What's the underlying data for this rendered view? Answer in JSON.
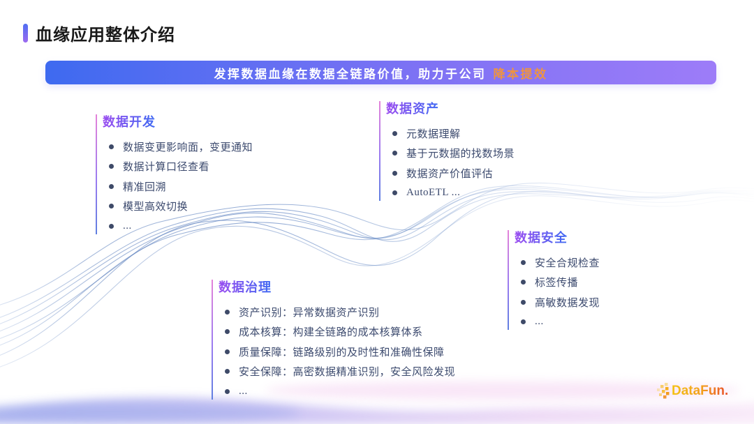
{
  "page": {
    "title": "血缘应用整体介绍"
  },
  "banner": {
    "text_main": "发挥数据血缘在数据全链路价值，助力于公司",
    "text_highlight": "降本提效",
    "gradient_from": "#3e6af0",
    "gradient_to": "#9d7cf8",
    "highlight_color": "#ef9440"
  },
  "sections": [
    {
      "title": "数据开发",
      "items": [
        "数据变更影响面，变更通知",
        "数据计算口径查看",
        "精准回溯",
        "模型高效切换",
        "..."
      ]
    },
    {
      "title": "数据资产",
      "items": [
        "元数据理解",
        "基于元数据的找数场景",
        "数据资产价值评估",
        "AutoETL ..."
      ]
    },
    {
      "title": "数据安全",
      "items": [
        "安全合规检查",
        "标签传播",
        "高敏数据发现",
        "..."
      ]
    },
    {
      "title": "数据治理",
      "items": [
        "资产识别：异常数据资产识别",
        "成本核算：构建全链路的成本核算体系",
        "质量保障：链路级别的及时性和准确性保障",
        "安全保障：高密数据精准识别，安全风险发现",
        "..."
      ]
    }
  ],
  "logo": {
    "text": "DataFun."
  },
  "colors": {
    "section_title_from": "#9a4cf0",
    "section_title_to": "#3f6af2",
    "section_rule_top": "#e583d9",
    "section_rule_bottom": "#5f7fe0",
    "body_text": "#3c4a6e",
    "bullet": "#3e4a68",
    "wave_stroke": "#5b86c8",
    "logo_from": "#f4c316",
    "logo_to": "#e84e2a"
  }
}
